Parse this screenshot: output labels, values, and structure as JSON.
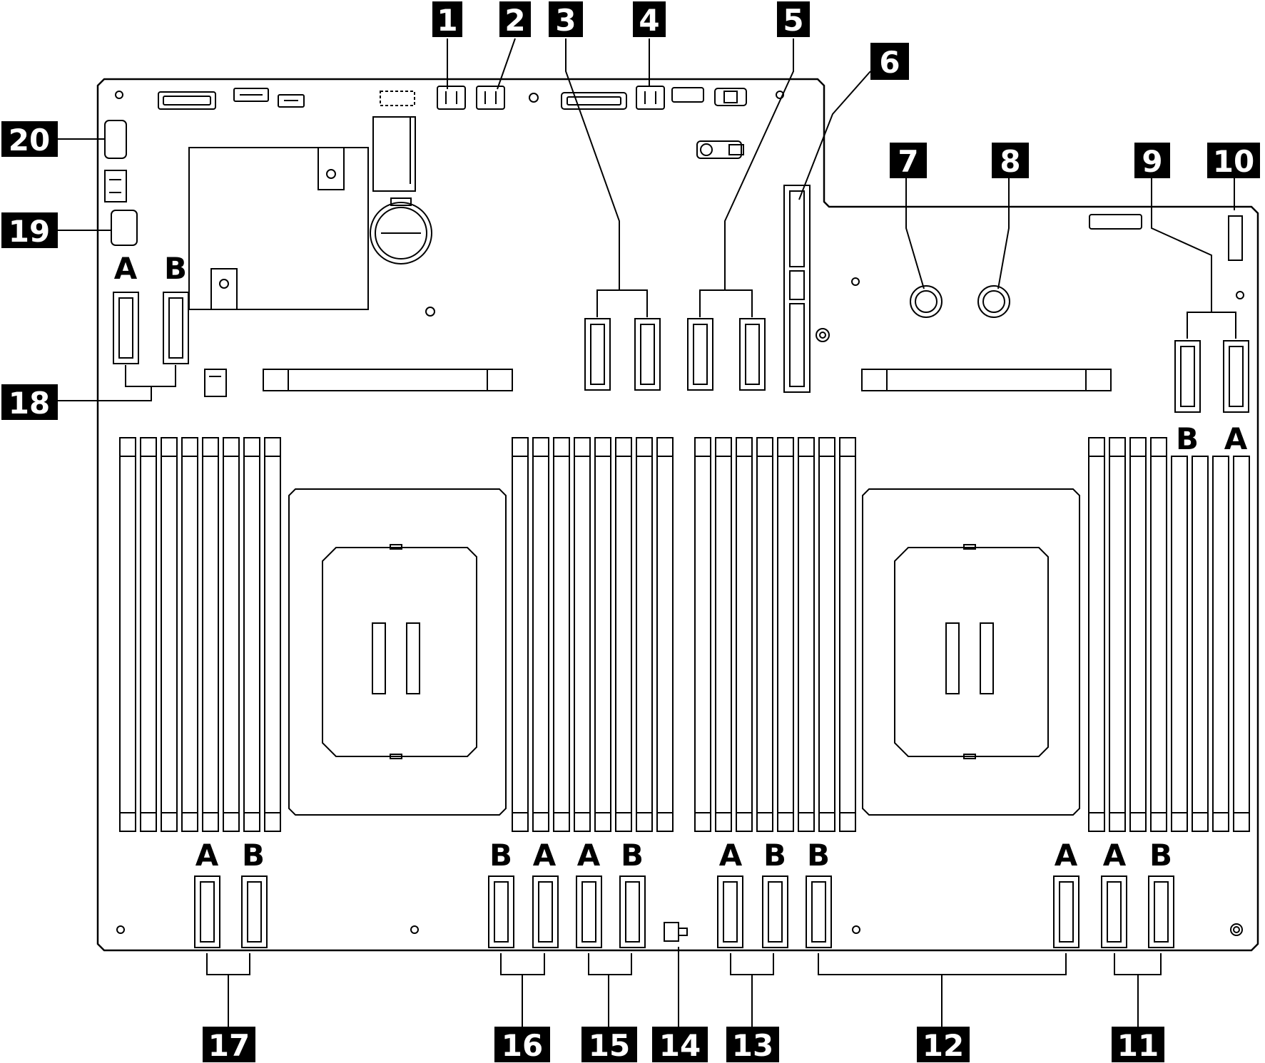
{
  "colors": {
    "ink": "#000000",
    "paper": "#ffffff"
  },
  "callouts": {
    "c1": "1",
    "c2": "2",
    "c3": "3",
    "c4": "4",
    "c5": "5",
    "c6": "6",
    "c7": "7",
    "c8": "8",
    "c9": "9",
    "c10": "10",
    "c11": "11",
    "c12": "12",
    "c13": "13",
    "c14": "14",
    "c15": "15",
    "c16": "16",
    "c17": "17",
    "c18": "18",
    "c19": "19",
    "c20": "20"
  },
  "letters": {
    "a": "A",
    "b": "B"
  }
}
